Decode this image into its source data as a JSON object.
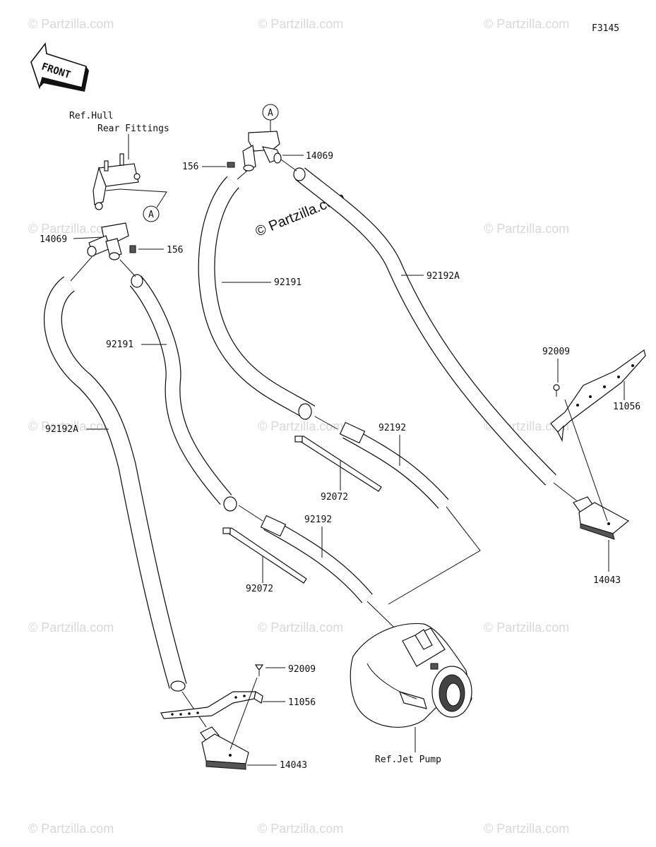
{
  "diagram_code": "F3145",
  "front_label": "FRONT",
  "ref_hull_line1": "Ref.Hull",
  "ref_hull_line2": "Rear Fittings",
  "ref_jet_pump": "Ref.Jet Pump",
  "marker_a": "A",
  "watermark": "© Partzilla.com",
  "parts": {
    "p14069_right": "14069",
    "p156_right": "156",
    "p14069_left": "14069",
    "p156_left": "156",
    "p92191_right": "92191",
    "p92192A_right": "92192A",
    "p92191_left": "92191",
    "p92192A_left": "92192A",
    "p92009_right": "92009",
    "p11056_right": "11056",
    "p92192_right": "92192",
    "p92072_right": "92072",
    "p92192_left": "92192",
    "p92072_left": "92072",
    "p14043_right": "14043",
    "p92009_left": "92009",
    "p11056_left": "11056",
    "p14043_left": "14043"
  }
}
